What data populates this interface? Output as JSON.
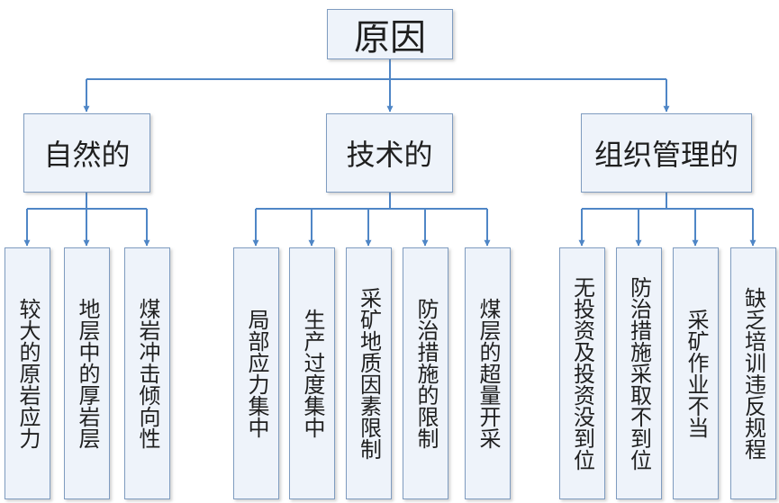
{
  "root": {
    "label": "原因"
  },
  "categories": [
    {
      "label": "自然的",
      "items": [
        "较大的原岩应力",
        "地层中的厚岩层",
        "煤岩冲击倾向性"
      ]
    },
    {
      "label": "技术的",
      "items": [
        "局部应力集中",
        "生产过度集中",
        "采矿地质因素限制",
        "防治措施的限制",
        "煤层的超量开采"
      ]
    },
    {
      "label": "组织管理的",
      "items": [
        "无投资及投资没到位",
        "防治措施采取不到位",
        "采矿作业不当",
        "缺乏培训违反规程"
      ]
    }
  ],
  "colors": {
    "line": "#4f86c6",
    "box_fill": "#eef3fa",
    "box_border": "#7f9cc0"
  }
}
